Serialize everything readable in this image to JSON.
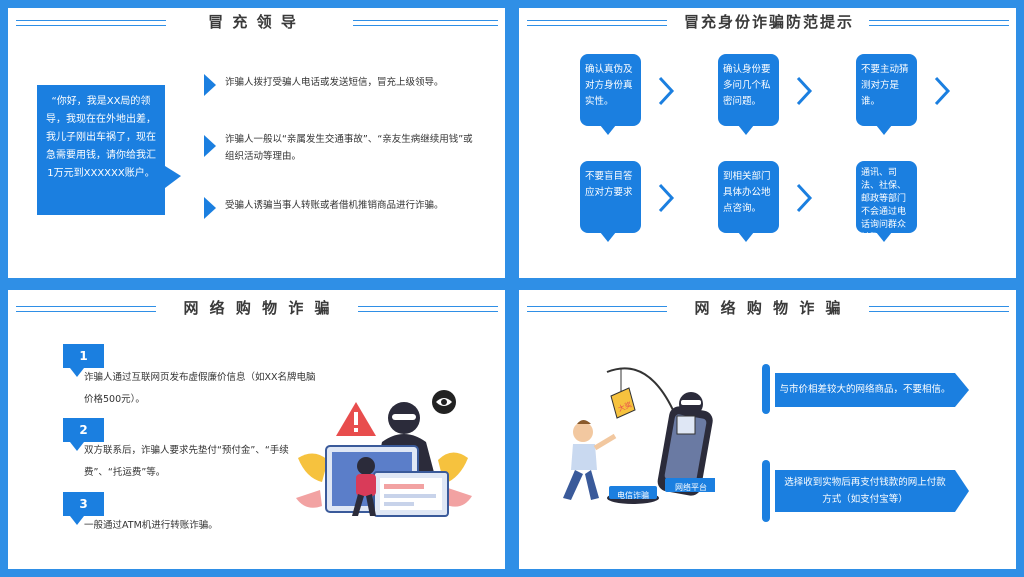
{
  "panel1": {
    "title": "冒 充 领 导",
    "quote": "“你好，我是XX局的领导，我现在在外地出差，我儿子刚出车祸了，现在急需要用钱，请你给我汇1万元到XXXXXX账户。",
    "bullets": [
      "诈骗人拨打受骗人电话或发送短信，冒充上级领导。",
      "诈骗人一般以“亲属发生交通事故”、“亲友生病继续用钱”或组织活动等理由。",
      "受骗人诱骗当事人转账或者借机推销商品进行诈骗。"
    ]
  },
  "panel2": {
    "title": "冒充身份诈骗防范提示",
    "cards": [
      "确认真伪及对方身份真实性。",
      "确认身份要多问几个私密问题。",
      "不要主动猜测对方是谁。",
      "不要盲目答应对方要求",
      "到相关部门具体办公地点咨询。",
      "通讯、司法、社保、邮政等部门不会通过电话询问群众转账。"
    ]
  },
  "panel3": {
    "title": "网 络 购 物 诈 骗",
    "steps": [
      {
        "num": "1",
        "text": "诈骗人通过互联网页发布虚假廉价信息（如XX名牌电脑价格500元）。"
      },
      {
        "num": "2",
        "text": "双方联系后，诈骗人要求先垫付“预付金”、“手续费”、“托运费”等。"
      },
      {
        "num": "3",
        "text": "一般通过ATM机进行转账诈骗。"
      }
    ]
  },
  "panel4": {
    "title": "网 络 购 物 诈 骗",
    "illustration": {
      "hole_label": "电信诈骗",
      "phone_label": "网络平台",
      "bait_label": "大奖"
    },
    "tips": [
      "与市价相差较大的网络商品，不要相信。",
      "选择收到实物后再支付钱款的网上付款方式（如支付宝等）"
    ]
  },
  "colors": {
    "accent": "#1b7fe0",
    "frame": "#2f8fe6"
  }
}
